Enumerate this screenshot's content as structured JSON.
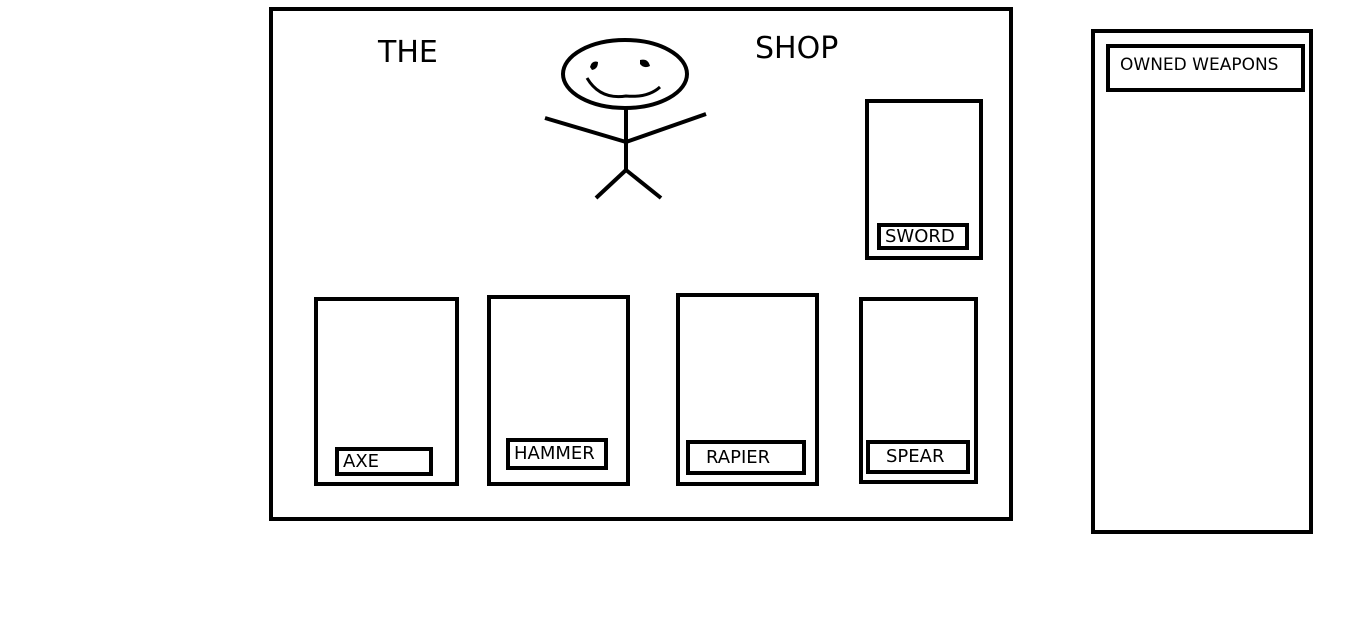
{
  "shop": {
    "title_left": "THE",
    "title_right": "SHOP",
    "items": [
      {
        "label": "SWORD"
      },
      {
        "label": "AXE"
      },
      {
        "label": "HAMMER"
      },
      {
        "label": "RAPIER"
      },
      {
        "label": "SPEAR"
      }
    ]
  },
  "owned": {
    "header": "OWNED WEAPONS"
  },
  "icons": {
    "shopkeeper": "stick-figure-shopkeeper-icon"
  }
}
